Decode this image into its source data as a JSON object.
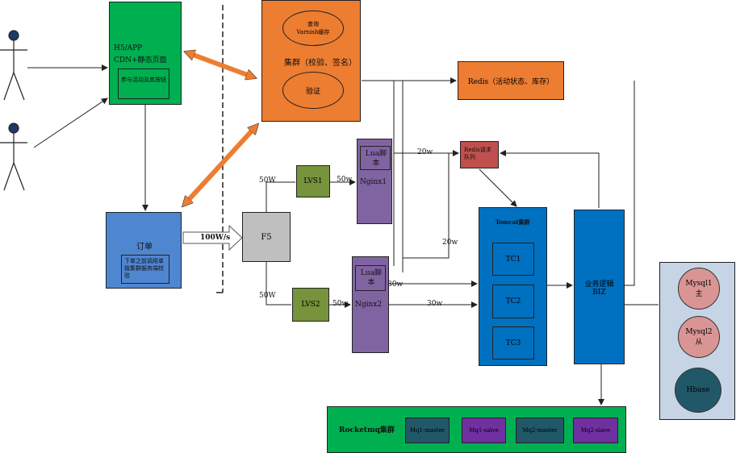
{
  "colors": {
    "green": "#00b050",
    "orange": "#ed7d31",
    "blue_light": "#4f86d0",
    "gray": "#bfbfbf",
    "olive": "#77933c",
    "purple": "#8064a2",
    "blue": "#0070c0",
    "redis_red": "#c0504d",
    "panel": "#c7d4e6",
    "pink": "#d99594",
    "teal": "#215868",
    "mq_purple": "#7030a0"
  },
  "h5": {
    "title_line1": "H5/APP",
    "title_line2": "CDN+静态页面",
    "inner": "参与活动及其按钮"
  },
  "cluster": {
    "query_line1": "查询",
    "query_line2": "Varnish缓存",
    "title": "集群（校验、签名）",
    "verify": "验证"
  },
  "order": {
    "title": "订单",
    "inner": "下单之前调用单独集群服务端校验"
  },
  "traffic": {
    "label": "100W/s"
  },
  "f5": {
    "label": "F5"
  },
  "lvs1": {
    "label": "LVS1"
  },
  "lvs2": {
    "label": "LVS2"
  },
  "nginx1": {
    "lua": "Lua脚本",
    "label": "Nginx1"
  },
  "nginx2": {
    "lua": "Lua脚本",
    "label": "Nginx2"
  },
  "redis": {
    "label": "Redis（活动状态、库存）"
  },
  "redis_queue": {
    "label": "Redis请求队列"
  },
  "tomcat": {
    "title": "Tomcat集群",
    "tc1": "TC1",
    "tc2": "TC2",
    "tc3": "TC3"
  },
  "biz": {
    "line1": "业务逻辑",
    "line2": "BIZ"
  },
  "db": {
    "mysql1_l1": "Mysql1",
    "mysql1_l2": "主",
    "mysql2_l1": "Mysql2",
    "mysql2_l2": "从",
    "hbase": "Hbase"
  },
  "mq": {
    "title": "Rocketmq集群",
    "items": [
      "Mq1-master",
      "Mq1-salve",
      "Mq2-master",
      "Mq2-slave"
    ]
  },
  "edges": {
    "f5_top": "50W",
    "lvs1_nginx1": "50w",
    "f5_bottom": "50W",
    "lvs2_nginx2": "50w",
    "to_queue": "20w",
    "mid_20w": "20w",
    "n2_30w_a": "30w",
    "n2_30w_b": "30w"
  }
}
